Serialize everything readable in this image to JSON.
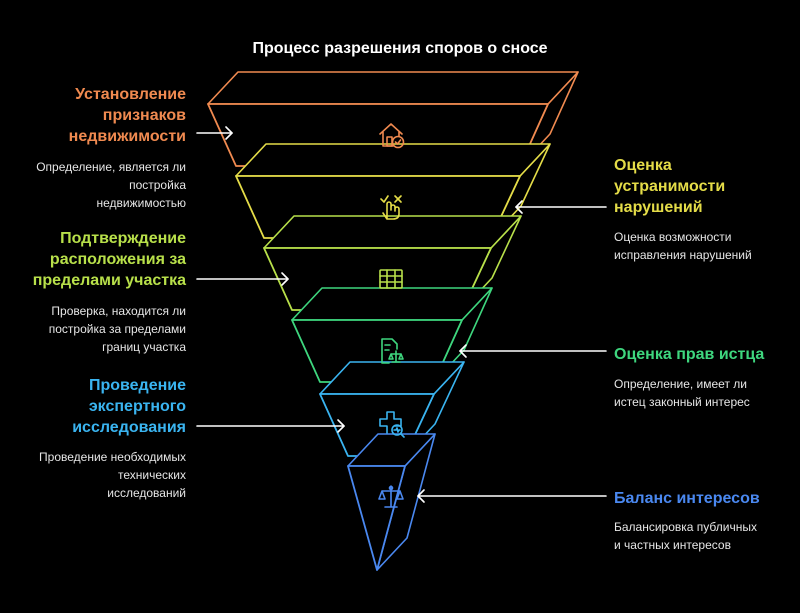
{
  "title": "Процесс разрешения споров о сносе",
  "colors": [
    "#f08a50",
    "#e4dc48",
    "#b8e04a",
    "#3ed67e",
    "#3ab4f0",
    "#4a88f0"
  ],
  "steps": [
    {
      "icon": "house-check-icon",
      "label": "Установление признаков недвижимости",
      "label_lines": [
        "Установление",
        "признаков",
        "недвижимости"
      ],
      "desc_lines": [
        "Определение, является ли",
        "постройка",
        "недвижимостью"
      ]
    },
    {
      "icon": "hand-check-cross-icon",
      "label": "Оценка устранимости нарушений",
      "label_lines": [
        "Оценка",
        "устранимости",
        "нарушений"
      ],
      "desc_lines": [
        "Оценка возможности",
        "исправления нарушений"
      ]
    },
    {
      "icon": "table-grid-icon",
      "label": "Подтверждение расположения за пределами участка",
      "label_lines": [
        "Подтверждение",
        "расположения за",
        "пределами участка"
      ],
      "desc_lines": [
        "Проверка, находится ли",
        "постройка за пределами",
        "границ участка"
      ]
    },
    {
      "icon": "document-scales-icon",
      "label": "Оценка прав истца",
      "label_lines": [
        "Оценка прав истца"
      ],
      "desc_lines": [
        "Определение, имеет ли",
        "истец законный интерес"
      ]
    },
    {
      "icon": "medical-search-icon",
      "label": "Проведение экспертного исследования",
      "label_lines": [
        "Проведение",
        "экспертного",
        "исследования"
      ],
      "desc_lines": [
        "Проведение необходимых",
        "технических",
        "исследований"
      ]
    },
    {
      "icon": "scales-icon",
      "label": "Баланс интересов",
      "label_lines": [
        "Баланс интересов"
      ],
      "desc_lines": [
        "Балансировка публичных",
        "и частных интересов"
      ]
    }
  ]
}
